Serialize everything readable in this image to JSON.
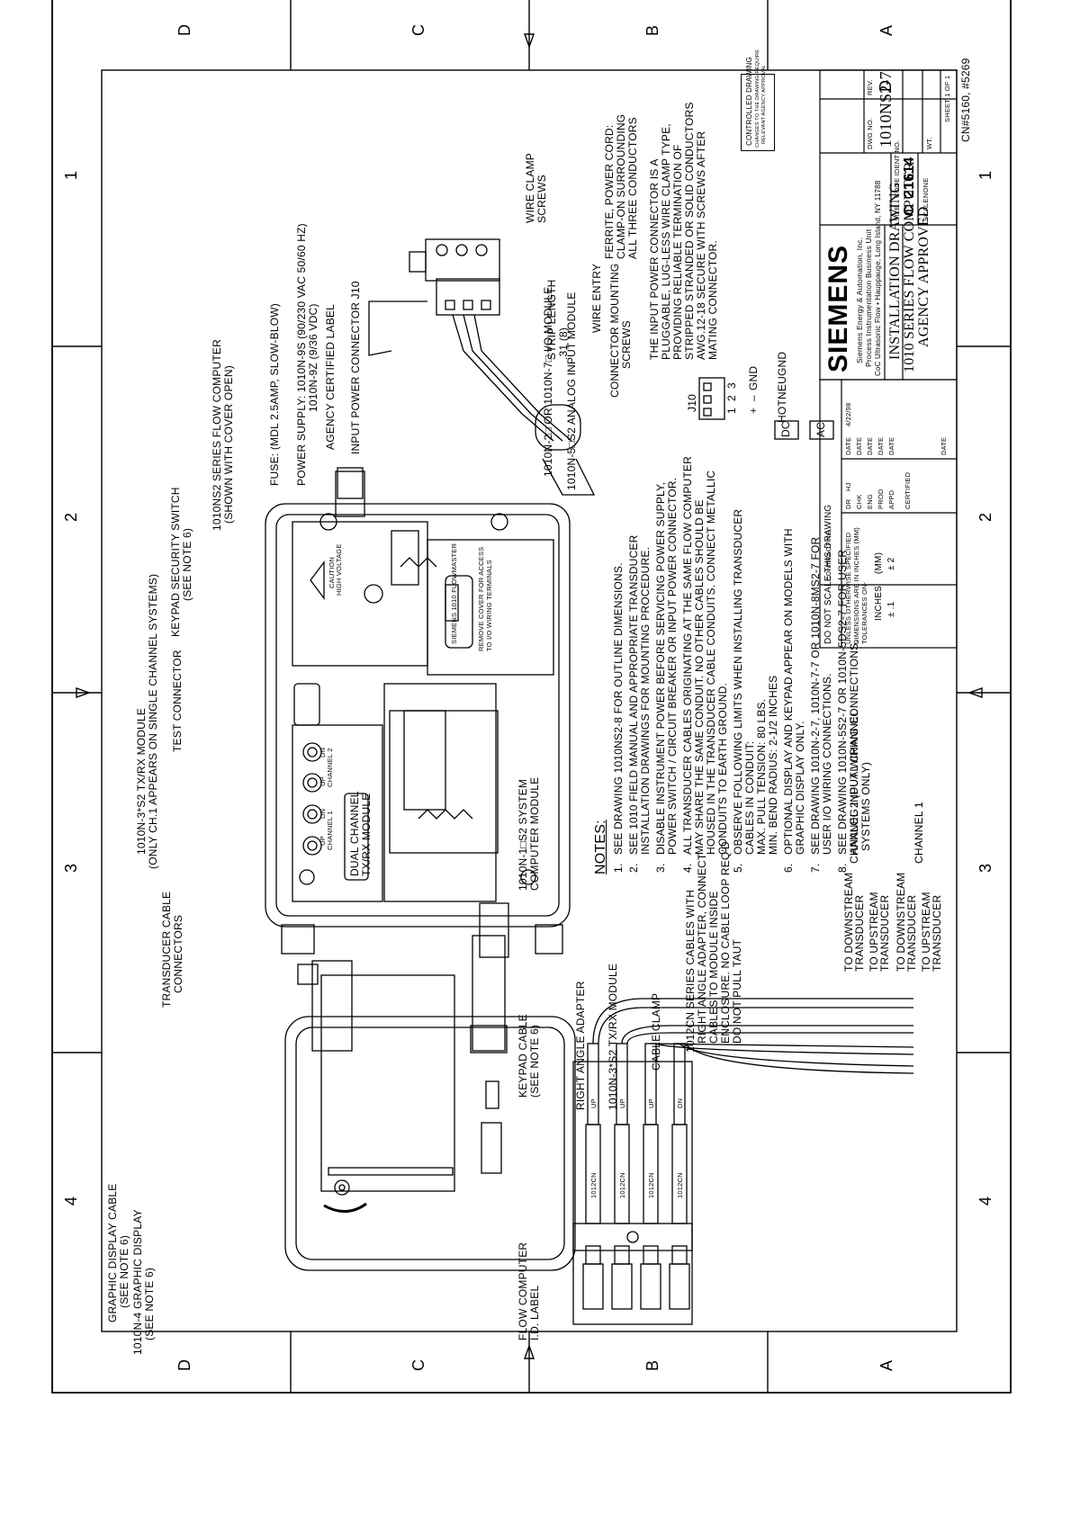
{
  "zones": {
    "cols": [
      "4",
      "3",
      "2",
      "1"
    ],
    "rows": [
      "D",
      "C",
      "B",
      "A"
    ]
  },
  "callouts": {
    "graphic_display_cable": "GRAPHIC DISPLAY CABLE",
    "graphic_display_cable_note": "(SEE NOTE 6)",
    "graphic_display": "1010N-4 GRAPHIC DISPLAY",
    "graphic_display_note": "(SEE NOTE 6)",
    "transducer_cable_connectors_1": "TRANSDUCER CABLE",
    "transducer_cable_connectors_2": "CONNECTORS",
    "txrx_module_1": "1010N-3*S2 Tx/Rx MODULE",
    "txrx_module_2": "(ONLY CH.1 APPEARS ON SINGLE CHANNEL SYSTEMS)",
    "test_connector": "TEST CONNECTOR",
    "keypad_switch_1": "KEYPAD SECURITY SWITCH",
    "keypad_switch_2": "(SEE NOTE 6)",
    "flow_computer_1": "1010NS2 SERIES FLOW COMPUTER",
    "flow_computer_2": "(SHOWN WITH COVER OPEN)",
    "fuse": "FUSE: (MDL 2.5AMP, SLOW-BLOW)",
    "power_supply_1": "POWER SUPPLY: 1010N-9S (90/230 VAC 50/60 Hz)",
    "power_supply_2": "1010N-9Z (9/36 VDC)",
    "agency_label": "AGENCY CERTIFIED LABEL",
    "input_power_connector": "INPUT POWER CONNECTOR J10",
    "flow_computer_id_1": "FLOW COMPUTER",
    "flow_computer_id_2": "I.D. LABEL",
    "keypad_cable_1": "KEYPAD CABLE",
    "keypad_cable_2": "(SEE NOTE 6)",
    "system_module_1": "1010N-1□S2 SYSTEM",
    "system_module_2": "COMPUTER MODULE",
    "io_module": "1010N-2□ OR 1010N-7□ I/O MODULE",
    "analog_module": "1010N-5□S2 ANALOG INPUT MODULE",
    "right_angle_adapter": "RIGHT ANGLE ADAPTER",
    "txrx_module_bottom": "1010N-3*S2 Tx/Rx MODULE",
    "cable_clamp": "CABLE CLAMP",
    "series_cables": [
      "1012CN SERIES CABLES WITH",
      "RIGHT ANGLE ADAPTER, CONNECT",
      "CABLES TO MODULE INSIDE",
      "ENCLOSURE. NO CABLE LOOP REQ'D",
      "DO NOT PULL TAUT"
    ],
    "to_downstream_1": "TO DOWNSTREAM",
    "transducer_1": "TRANSDUCER",
    "to_upstream_1": "TO UPSTREAM",
    "transducer_2": "TRANSDUCER",
    "to_downstream_2": "TO DOWNSTREAM",
    "transducer_3": "TRANSDUCER",
    "to_upstream_2": "TO UPSTREAM",
    "transducer_4": "TRANSDUCER",
    "channel_2": "CHANNEL 2 (DUAL CHANNEL",
    "channel_2b": "SYSTEMS ONLY)",
    "channel_1": "CHANNEL 1"
  },
  "enclosure_labels": {
    "dual_channel_1": "DUAL CHANNEL",
    "dual_channel_2": "Tx/Rx MODULE",
    "channel_1": "CHANNEL 1",
    "channel_2": "CHANNEL 2",
    "up": "UP",
    "dn": "DN",
    "siemens_1010_1": "SIEMENS 1010 FLOWMASTER",
    "remove_cover_1": "REMOVE COVER FOR ACCESS",
    "remove_cover_2": "TO I/O WIRING TERMINALS",
    "caution_1": "CAUTION",
    "caution_2": "HIGH VOLTAGE",
    "cable_up": "UP",
    "cable_dn": "DN",
    "cable_part": "1012CN"
  },
  "power_connector": {
    "j10": "J10",
    "pins": [
      "1",
      "2",
      "3"
    ],
    "dc_labels": [
      "+",
      "–",
      "GND"
    ],
    "ac_labels": [
      "HOT",
      "NEU",
      "GND"
    ],
    "dc": "DC",
    "ac": "AC"
  },
  "connector_detail": {
    "mounting_screws_1": "CONNECTOR MOUNTING",
    "mounting_screws_2": "SCREWS",
    "wire_entry": "WIRE ENTRY",
    "wire_clamp_1": "WIRE CLAMP",
    "wire_clamp_2": "SCREWS",
    "strip_length_1": "STRIP LENGTH",
    "strip_length_2": ".31 (8)",
    "ferrite": [
      "FERRITE, POWER CORD:",
      "CLAMP-ON SURROUNDING",
      "ALL THREE CONDUCTORS"
    ],
    "paragraph": [
      "THE INPUT POWER CONNECTOR IS A",
      "PLUGGABLE, LUG-LESS WIRE CLAMP TYPE,",
      "PROVIDING RELIABLE TERMINATION OF",
      "STRIPPED STRANDED OR SOLID CONDUCTORS",
      "AWG.12-18 SECURE WITH SCREWS AFTER",
      "MATING CONNECTOR."
    ]
  },
  "notes": {
    "heading": "NOTES:",
    "items": [
      {
        "n": "1.",
        "lines": [
          "SEE DRAWING 1010NS2-8 FOR OUTLINE DIMENSIONS."
        ]
      },
      {
        "n": "2.",
        "lines": [
          "SEE 1010 FIELD MANUAL AND APPROPRIATE TRANSDUCER",
          "INSTALLATION DRAWINGS FOR MOUNTING PROCEDURE."
        ]
      },
      {
        "n": "3.",
        "lines": [
          "DISABLE INSTRUMENT POWER BEFORE SERVICING POWER SUPPLY,",
          "POWER SWITCH / CIRCUIT BREAKER OR INPUT POWER CONNECTOR."
        ]
      },
      {
        "n": "4.",
        "lines": [
          "ALL TRANSDUCER CABLES ORIGINATING AT THE SAME FLOW COMPUTER",
          "MAY SHARE THE SAME CONDUIT. NO OTHER CABLES SHOULD BE",
          "HOUSED IN THE TRANSDUCER CABLE CONDUITS. CONNECT METALLIC",
          "CONDUITS TO EARTH GROUND."
        ]
      },
      {
        "n": "5.",
        "lines": [
          "OBSERVE FOLLOWING LIMITS WHEN INSTALLING TRANSDUCER",
          "CABLES IN CONDUIT:",
          "MAX. PULL TENSION: 80 lbs.",
          "MIN. BEND RADIUS: 2-1/2 INCHES"
        ]
      },
      {
        "n": "6.",
        "lines": [
          "OPTIONAL DISPLAY AND KEYPAD APPEAR ON MODELS WITH",
          "GRAPHIC DISPLAY ONLY."
        ]
      },
      {
        "n": "7.",
        "lines": [
          "SEE DRAWING 1010N-2-7, 1010N-7-7 OR 1010N-8MS2-7 FOR",
          "USER I/O WIRING CONNECTIONS."
        ]
      },
      {
        "n": "8.",
        "lines": [
          "SEE DRAWING 1010N-5S2-7 OR 1010N-5DS2-7 FOR USER",
          "ANALOG INPUT WIRING CONNECTIONS."
        ]
      }
    ]
  },
  "controlled": {
    "title": "CONTROLLED DRAWING",
    "sub_1": "CHANGES TO THE DRAWING REQUIRE",
    "sub_2": "RELEVANT AGENCY APPROVAL"
  },
  "title_block": {
    "do_not_scale": "DO NOT SCALE THIS DRAWING",
    "tolerances_1": "UNLESS OTHERWISE SPECIFIED",
    "tolerances_2": "DIMENSIONS ARE IN INCHES (MM)",
    "tolerances_3": "TOLERANCES ON-",
    "inches": "INCHES",
    "mm": "(MM)",
    "tol_in": "± .1",
    "tol_mm": "± 2",
    "contract_no": "CONTRACT NO.",
    "rows": [
      {
        "label": "DR",
        "name": "HJ",
        "date_label": "DATE",
        "date": "4/22/98"
      },
      {
        "label": "CHK",
        "name": "",
        "date_label": "DATE",
        "date": ""
      },
      {
        "label": "ENG",
        "name": "",
        "date_label": "DATE",
        "date": ""
      },
      {
        "label": "PROD",
        "name": "",
        "date_label": "DATE",
        "date": ""
      },
      {
        "label": "APPD",
        "name": "",
        "date_label": "DATE",
        "date": ""
      }
    ],
    "certified": "CERTIFIED",
    "date": "DATE",
    "logo": "SIEMENS",
    "company_1": "Siemens Energy & Automation, Inc.",
    "company_2": "Process Instrumentation Business Unit",
    "company_3": "CoC Ultrasonic Flow • Hauppauge, Long Island, NY 11788",
    "title_1": "INSTALLATION DRAWING",
    "title_2": "1010 SERIES FLOW COMPUTER",
    "title_3": "AGENCY APPROVED",
    "size_label": "SIZE",
    "size": "C",
    "code_label": "CODE IDENT NO.",
    "code": "21614",
    "dwg_label": "DWG NO.",
    "dwg": "1010NS2-7",
    "rev_label": "REV.",
    "rev": "D",
    "scale_label": "SCALE:",
    "scale": "NONE",
    "wt_label": "WT.",
    "sheet": "SHEET 1 OF 1",
    "cn": "CN#5160, #5269"
  }
}
